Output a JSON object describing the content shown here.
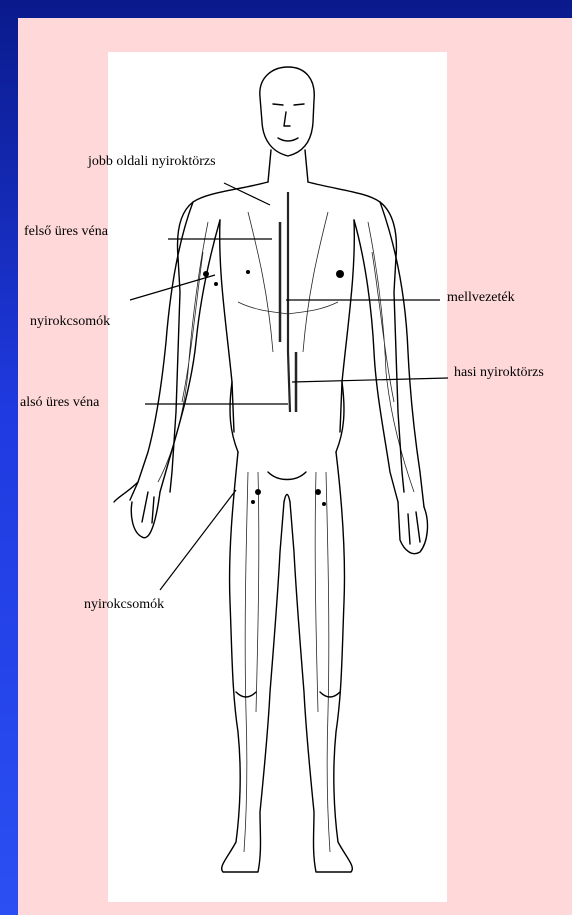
{
  "diagram": {
    "labels": {
      "right_lymphatic_duct": "jobb oldali nyiroktörzs",
      "superior_vena_cava": "felső üres véna",
      "lymph_nodes_upper": "nyirokcsomók",
      "thoracic_duct": "mellvezeték",
      "abdominal_lymph_trunk": "hasi nyiroktörzs",
      "inferior_vena_cava": "alsó üres véna",
      "lymph_nodes_lower": "nyirokcsomók"
    }
  },
  "colors": {
    "background_top": "#0a1a8c",
    "background_bottom": "#2a4ff2",
    "panel": "#ffd9d9",
    "card": "#ffffff",
    "ink": "#000000"
  }
}
